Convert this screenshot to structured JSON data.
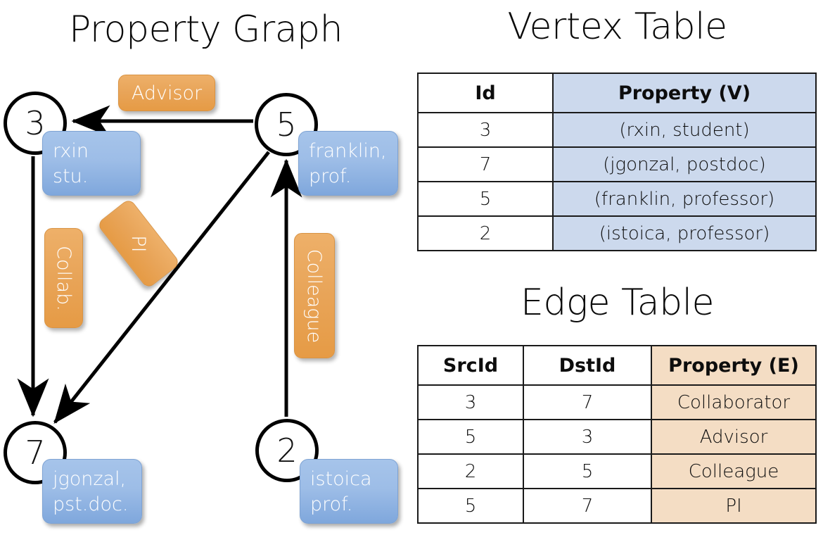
{
  "titles": {
    "property_graph": "Property Graph",
    "vertex_table": "Vertex Table",
    "edge_table": "Edge Table"
  },
  "graph": {
    "nodes": [
      {
        "id": "3",
        "label": "3",
        "property_lines": [
          "rxin",
          "stu."
        ]
      },
      {
        "id": "5",
        "label": "5",
        "property_lines": [
          "franklin,",
          "prof."
        ]
      },
      {
        "id": "7",
        "label": "7",
        "property_lines": [
          "jgonzal,",
          "pst.doc."
        ]
      },
      {
        "id": "2",
        "label": "2",
        "property_lines": [
          "istoica",
          "prof."
        ]
      }
    ],
    "node_properties": {
      "rxin_line1": "rxin",
      "rxin_line2": "stu.",
      "franklin_line1": "franklin,",
      "franklin_line2": "prof.",
      "jgonzal_line1": "jgonzal,",
      "jgonzal_line2": "pst.doc.",
      "istoica_line1": "istoica",
      "istoica_line2": "prof."
    },
    "edge_labels": {
      "advisor": "Advisor",
      "collab": "Collab.",
      "pi": "PI",
      "colleague": "Colleague"
    },
    "edges": [
      {
        "src": "5",
        "dst": "3",
        "label": "Advisor"
      },
      {
        "src": "3",
        "dst": "7",
        "label": "Collab."
      },
      {
        "src": "5",
        "dst": "7",
        "label": "PI"
      },
      {
        "src": "2",
        "dst": "5",
        "label": "Colleague"
      }
    ]
  },
  "vertex_table": {
    "headers": [
      "Id",
      "Property (V)"
    ],
    "rows": [
      {
        "id": "3",
        "property": "(rxin, student)"
      },
      {
        "id": "7",
        "property": "(jgonzal, postdoc)"
      },
      {
        "id": "5",
        "property": "(franklin, professor)"
      },
      {
        "id": "2",
        "property": "(istoica, professor)"
      }
    ]
  },
  "edge_table": {
    "headers": [
      "SrcId",
      "DstId",
      "Property (E)"
    ],
    "rows": [
      {
        "src": "3",
        "dst": "7",
        "property": "Collaborator"
      },
      {
        "src": "5",
        "dst": "3",
        "property": "Advisor"
      },
      {
        "src": "2",
        "dst": "5",
        "property": "Colleague"
      },
      {
        "src": "5",
        "dst": "7",
        "property": "PI"
      }
    ]
  },
  "colors": {
    "vertex_box_blue": "#9dbde7",
    "edge_box_orange": "#e8a458",
    "vertex_table_fill": "#ccd9ed",
    "edge_table_fill": "#f4ddc4",
    "stroke": "#000000",
    "background": "#ffffff"
  }
}
